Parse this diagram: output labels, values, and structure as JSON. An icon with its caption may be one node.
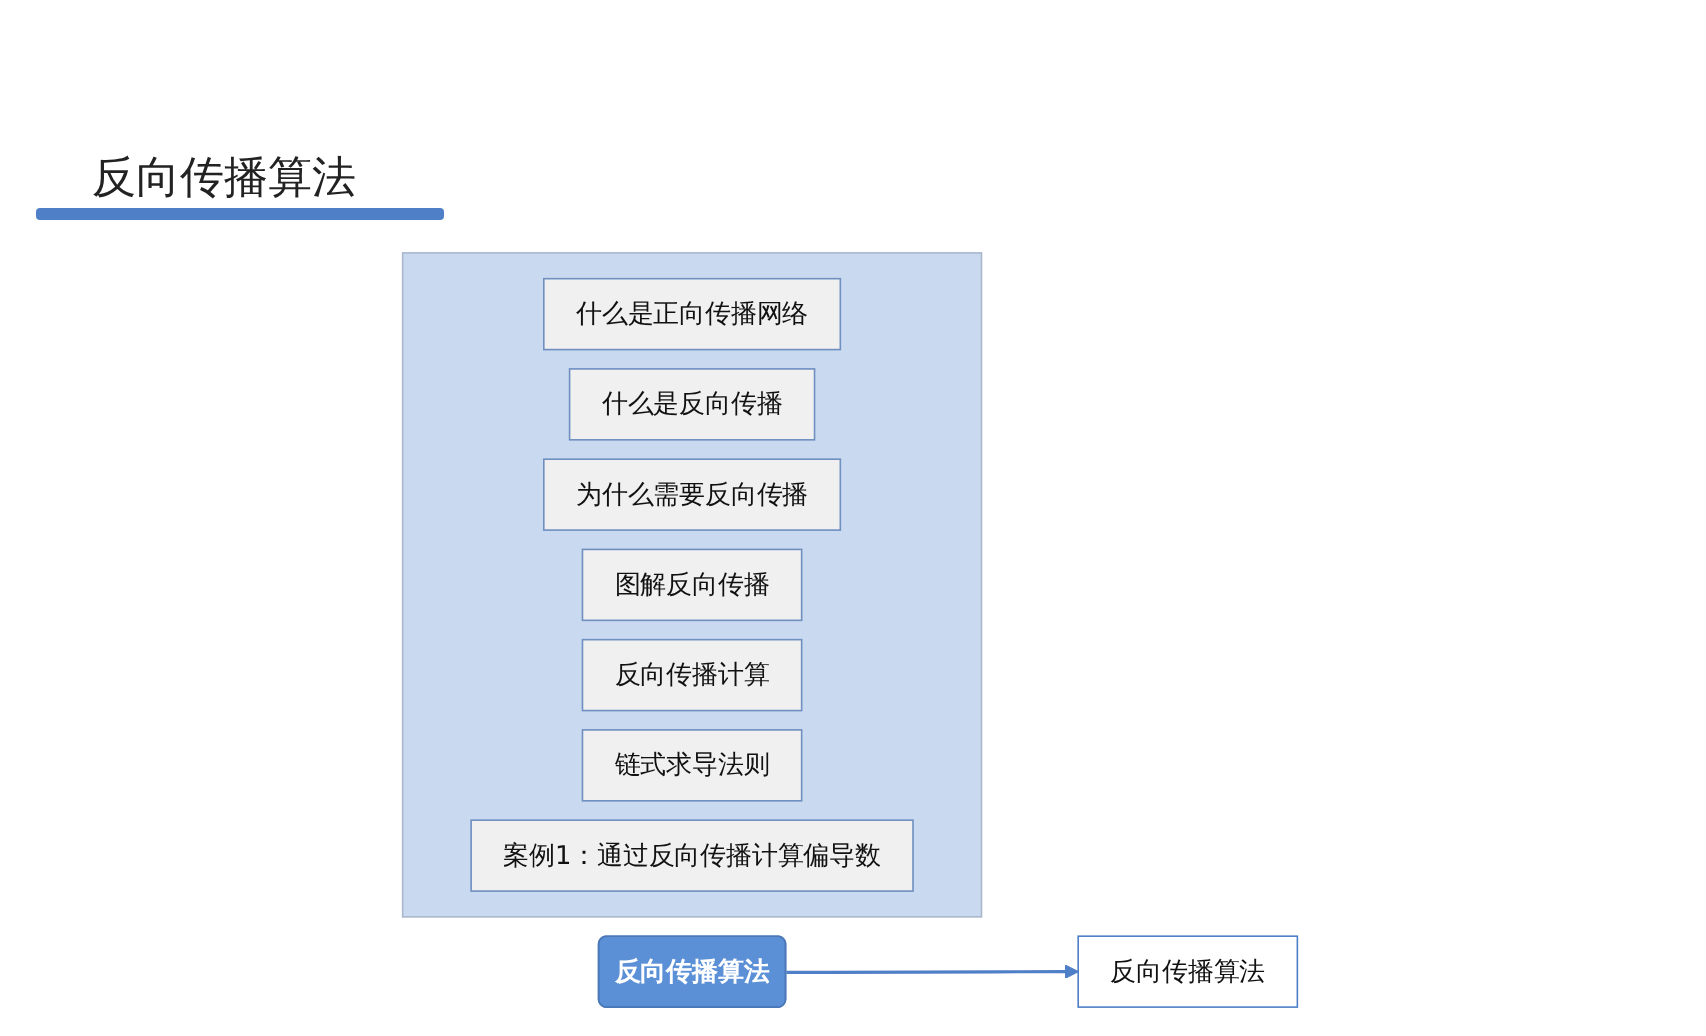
{
  "diagram": {
    "title": "反向传播算法",
    "nodes": [
      {
        "text": [
          "反向传播算法"
        ]
      },
      {
        "text": [
          "反向传播算法"
        ]
      },
      {
        "text": [],
        "shape": "box"
      },
      {
        "text": [
          "什么是正向传播网络"
        ],
        "in": 2
      },
      {
        "text": [
          "什么是反向传播"
        ],
        "in": 2
      },
      {
        "text": [
          "为什么需要反向传播"
        ],
        "in": 2
      },
      {
        "text": [
          "图解反向传播"
        ],
        "in": 2
      },
      {
        "text": [
          "反向传播计算"
        ],
        "in": 2
      },
      {
        "text": [
          "链式求导法则"
        ],
        "in": 2
      },
      {
        "text": [
          "案例1：通过反向传播计算偏导数"
        ],
        "in": 2
      }
    ],
    "edges": [
      {
        "from": 0,
        "to": 1,
        "arrow": "to"
      }
    ]
  }
}
